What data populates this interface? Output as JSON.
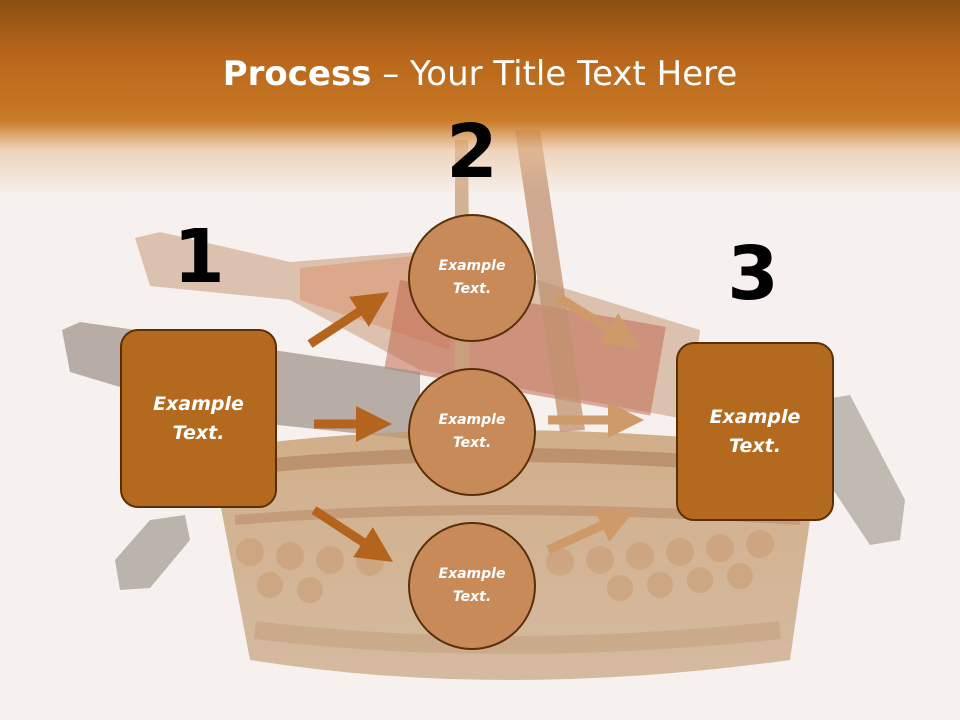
{
  "title": {
    "bold": "Process",
    "rest": " – Your Title Text Here"
  },
  "steps": {
    "n1": "1",
    "n2": "2",
    "n3": "3"
  },
  "left_box": {
    "line1": "Example",
    "line2": "Text."
  },
  "right_box": {
    "line1": "Example",
    "line2": "Text."
  },
  "circles": [
    {
      "line1": "Example",
      "line2": "Text."
    },
    {
      "line1": "Example",
      "line2": "Text."
    },
    {
      "line1": "Example",
      "line2": "Text."
    }
  ],
  "colors": {
    "header": "#b8661a",
    "box_fill": "#b36a1f",
    "circle_fill": "#c98a5a",
    "arrow_dark": "#b4641c",
    "arrow_light": "#cf9a6a"
  }
}
